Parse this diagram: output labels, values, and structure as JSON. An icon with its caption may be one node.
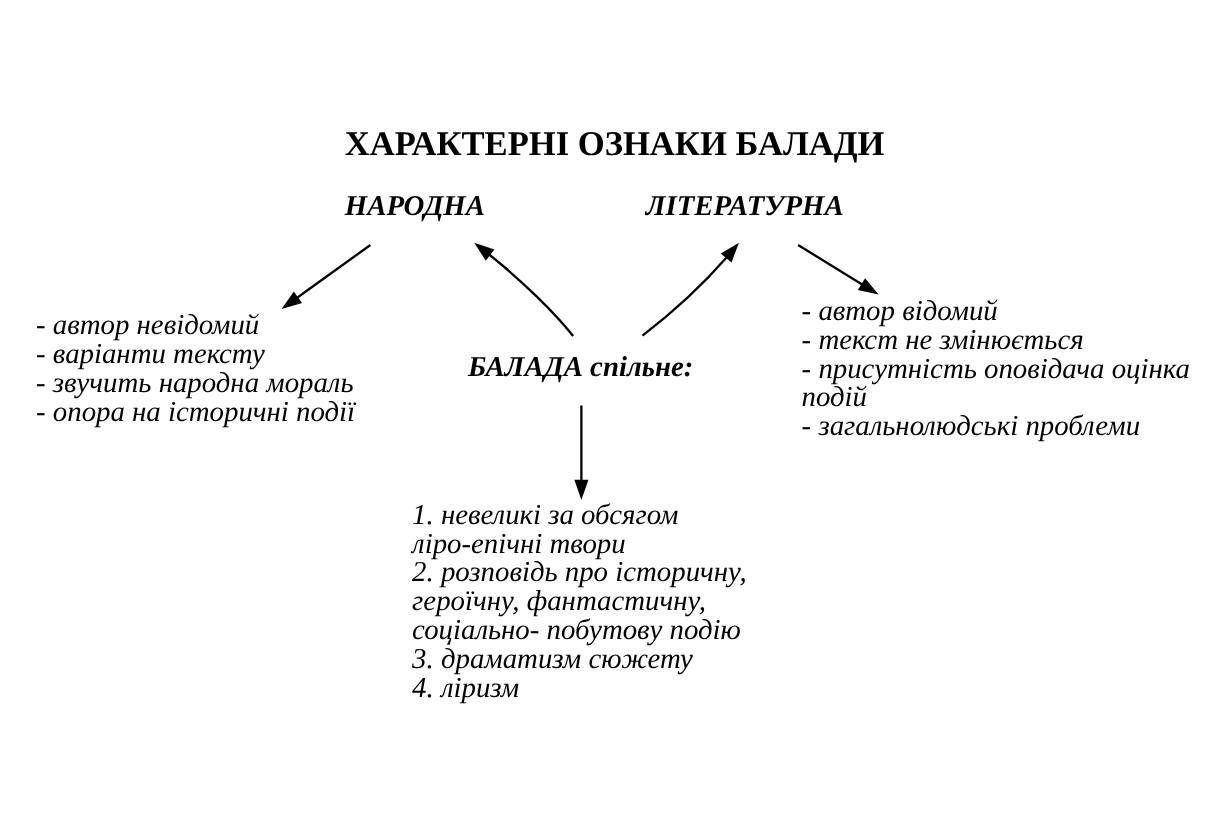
{
  "diagram": {
    "title": "ХАРАКТЕРНІ ОЗНАКИ БАЛАДИ",
    "nodes": [
      {
        "text": [
          "БАЛАДА спільне:"
        ]
      },
      {
        "text": [
          "НАРОДНА"
        ]
      },
      {
        "text": [
          "ЛІТЕРАТУРНА"
        ]
      },
      {
        "text": [
          "- автор невідомий",
          "- варіанти тексту",
          "- звучить народна мораль",
          "- опора на історичні події"
        ]
      },
      {
        "text": [
          "- автор відомий",
          "- текст не змінюється",
          "- присутність оповідача оцінка подій",
          "- загальнолюдські проблеми"
        ]
      },
      {
        "text": [
          "1. невеликі за обсягом ліро-епічні твори",
          "2. розповідь про історичну, героїчну, фантастичну, соціально- побутову подію",
          "3. драматизм сюжету",
          "4. ліризм"
        ]
      }
    ],
    "edges": [
      {
        "from": 0,
        "to": 1,
        "arrow": "to"
      },
      {
        "from": 0,
        "to": 2,
        "arrow": "to"
      },
      {
        "from": 1,
        "to": 3,
        "arrow": "to"
      },
      {
        "from": 2,
        "to": 4,
        "arrow": "to"
      },
      {
        "from": 0,
        "to": 5,
        "arrow": "to"
      }
    ]
  }
}
